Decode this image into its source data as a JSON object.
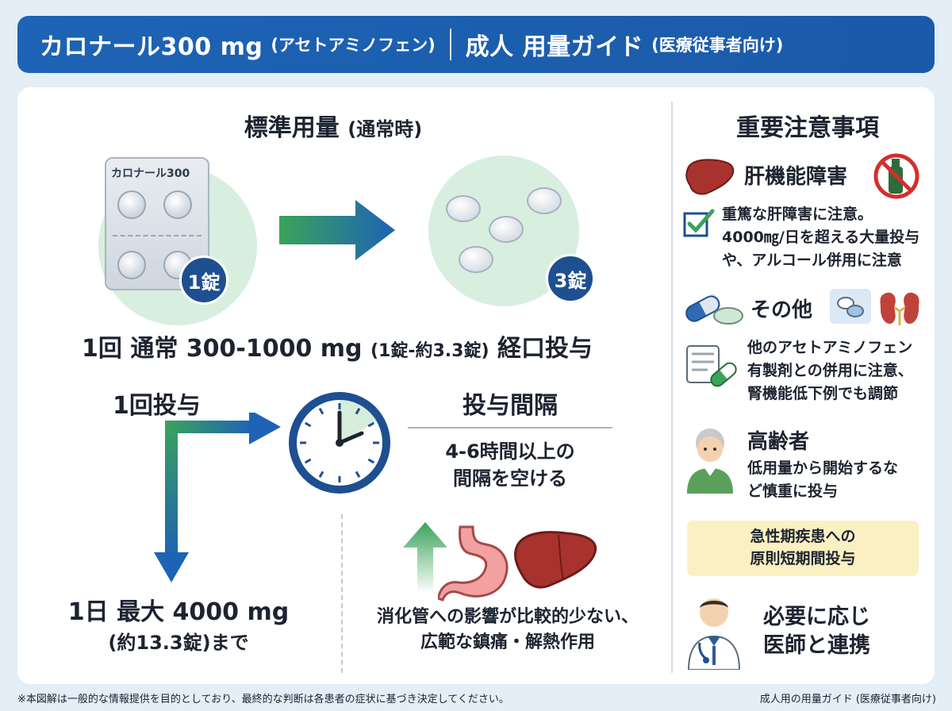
{
  "header": {
    "title": "カロナール300 mg",
    "title_paren": "(アセトアミノフェン)",
    "subtitle": "成人 用量ガイド",
    "subtitle_paren": "(医療従事者向け)"
  },
  "standard": {
    "title": "標準用量",
    "title_paren": "(通常時)",
    "blister_label": "カロナール300",
    "badge_left": "1錠",
    "badge_right": "3錠",
    "dose_main_a": "1回 通常 300-1000 mg",
    "dose_paren": "(1錠-約3.3錠)",
    "dose_main_b": "経口投与"
  },
  "schedule": {
    "once_label": "1回投与",
    "max_line1": "1日 最大 4000 mg",
    "max_line2": "(約13.3錠)まで",
    "interval_title": "投与間隔",
    "interval_line1": "4-6時間以上の",
    "interval_line2": "間隔を空ける"
  },
  "benefit": {
    "line1": "消化管への影響が比較的少ない、",
    "line2": "広範な鎮痛・解熱作用"
  },
  "cautions": {
    "title": "重要注意事項",
    "liver": {
      "head": "肝機能障害",
      "line1": "重篤な肝障害に注意。",
      "line2": "4000㎎/日を超える大量投与",
      "line3": "や、アルコール併用に注意"
    },
    "other": {
      "head": "その他",
      "line1": "他のアセトアミノフェン",
      "line2": "有製剤との併用に注意、",
      "line3": "腎機能低下例でも調節"
    },
    "elderly": {
      "head": "高齢者",
      "line1": "低用量から開始するな",
      "line2": "ど慎重に投与"
    },
    "note_line1": "急性期疾患への",
    "note_line2": "原則短期間投与",
    "doctor_line1": "必要に応じ",
    "doctor_line2": "医師と連携"
  },
  "footer": {
    "left": "※本図解は一般的な情報提供を目的としており、最終的な判断は各患者の症状に基づき決定してください。",
    "right": "成人用の用量ガイド (医療従事者向け)"
  },
  "colors": {
    "header_blue": "#1e63b5",
    "dark_blue": "#1d4f91",
    "mint": "#d8efe0",
    "green": "#3aa35a",
    "note_yellow": "#fbf0c2"
  }
}
